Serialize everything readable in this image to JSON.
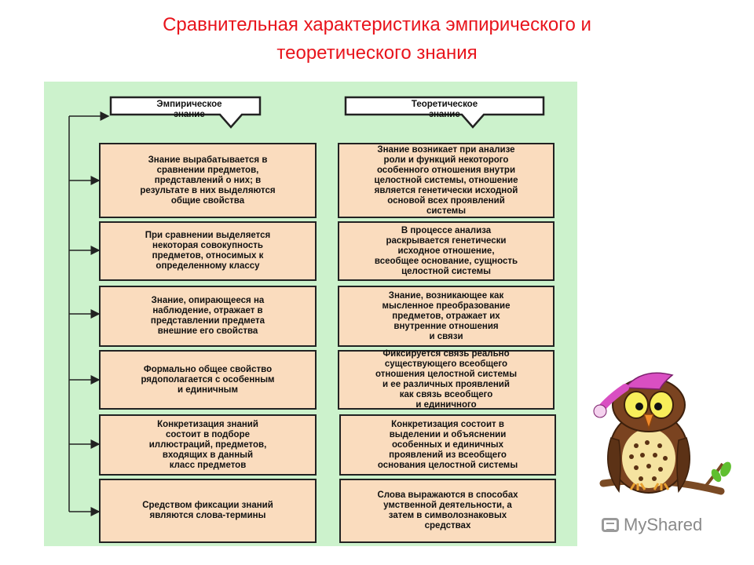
{
  "title": "Сравнительная характеристика эмпирического и\nтеоретического знания",
  "headers": {
    "left": "Эмпирическое\nзнание",
    "right": "Теоретическое\nзнание"
  },
  "left_boxes": [
    "Знание вырабатывается в\nсравнении предметов,\nпредставлений о них; в\nрезультате в них выделяются\nобщие свойства",
    "При сравнении выделяется\nнекоторая совокупность\nпредметов, относимых к\nопределенному классу",
    "Знание, опирающееся на\nнаблюдение, отражает в\nпредставлении предмета\nвнешние его свойства",
    "Формально общее свойство\nрядополагается с особенным\nи единичным",
    "Конкретизация знаний\nсостоит в подборе\nиллюстраций, предметов,\nвходящих в данный\nкласс предметов",
    "Средством фиксации знаний\nявляются слова-термины"
  ],
  "right_boxes": [
    "Знание возникает при анализе\nроли и функций некоторого\nособенного отношения внутри\nцелостной системы, отношение\nявляется генетически исходной\nосновой всех проявлений\nсистемы",
    "В процессе анализа\nраскрывается генетически\nисходное отношение,\nвсеобщее основание, сущность\nцелостной системы",
    "Знание, возникающее как\nмысленное преобразование\nпредметов, отражает их\nвнутренние отношения\nи связи",
    "Фиксируется связь реально\nсуществующего всеобщего\nотношения целостной системы\nи ее различных проявлений\nкак связь всеобщего\nи единичного",
    "Конкретизация состоит в\nвыделении и объяснении\nособенных и единичных\nпроявлений из всеобщего\nоснования  целостной системы",
    "Слова выражаются в способах\nумственной деятельности, а\nзатем в символознаковых\nсредствах"
  ],
  "watermark": "MyShared",
  "colors": {
    "title": "#e8141c",
    "panel": "#ccf2cc",
    "box_fill": "#fadcbe",
    "border": "#222222"
  }
}
